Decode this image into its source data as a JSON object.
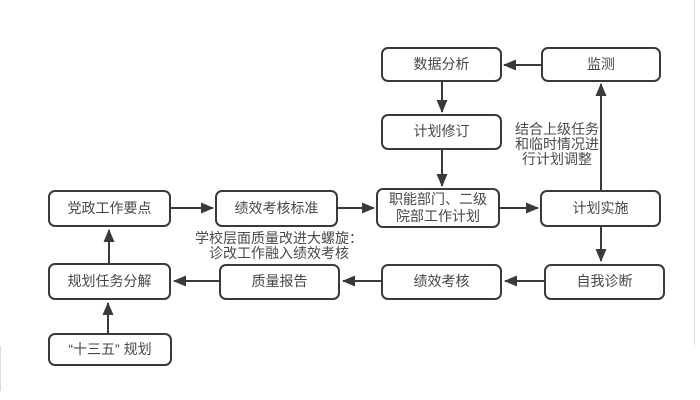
{
  "diagram": {
    "type": "flowchart",
    "nodes": {
      "data_analysis": {
        "label": "数据分析"
      },
      "monitoring": {
        "label": "监测"
      },
      "plan_revision": {
        "label": "计划修订"
      },
      "dept_plan": {
        "label": "职能部门、二级\n院部工作计划"
      },
      "party_work": {
        "label": "党政工作要点"
      },
      "appraisal_standard": {
        "label": "绩效考核标准"
      },
      "plan_implementation": {
        "label": "计划实施"
      },
      "task_decomposition": {
        "label": "规划任务分解"
      },
      "quality_report": {
        "label": "质量报告"
      },
      "performance_appraisal": {
        "label": "绩效考核"
      },
      "self_diagnosis": {
        "label": "自我诊断"
      },
      "five_year_plan": {
        "label": "“十三五” 规划"
      }
    },
    "annotations": {
      "adjust_note": {
        "text": "结合上级任务\n和临时情况进\n行计划调整"
      },
      "spiral_note": {
        "text": "学校层面质量改进大螺旋：\n诊改工作融入绩效考核"
      }
    },
    "edges": [
      {
        "from": "monitoring",
        "to": "data_analysis"
      },
      {
        "from": "data_analysis",
        "to": "plan_revision"
      },
      {
        "from": "plan_revision",
        "to": "dept_plan"
      },
      {
        "from": "party_work",
        "to": "appraisal_standard"
      },
      {
        "from": "appraisal_standard",
        "to": "dept_plan"
      },
      {
        "from": "dept_plan",
        "to": "plan_implementation"
      },
      {
        "from": "plan_implementation",
        "to": "monitoring"
      },
      {
        "from": "plan_implementation",
        "to": "self_diagnosis"
      },
      {
        "from": "self_diagnosis",
        "to": "performance_appraisal"
      },
      {
        "from": "performance_appraisal",
        "to": "quality_report"
      },
      {
        "from": "quality_report",
        "to": "task_decomposition"
      },
      {
        "from": "task_decomposition",
        "to": "party_work"
      },
      {
        "from": "five_year_plan",
        "to": "task_decomposition"
      }
    ],
    "colors": {
      "box_border": "#3a3a3a",
      "arrow": "#3a3a3a",
      "text": "#474747",
      "background": "#ffffff",
      "frame_line": "#dcdcdc"
    }
  }
}
